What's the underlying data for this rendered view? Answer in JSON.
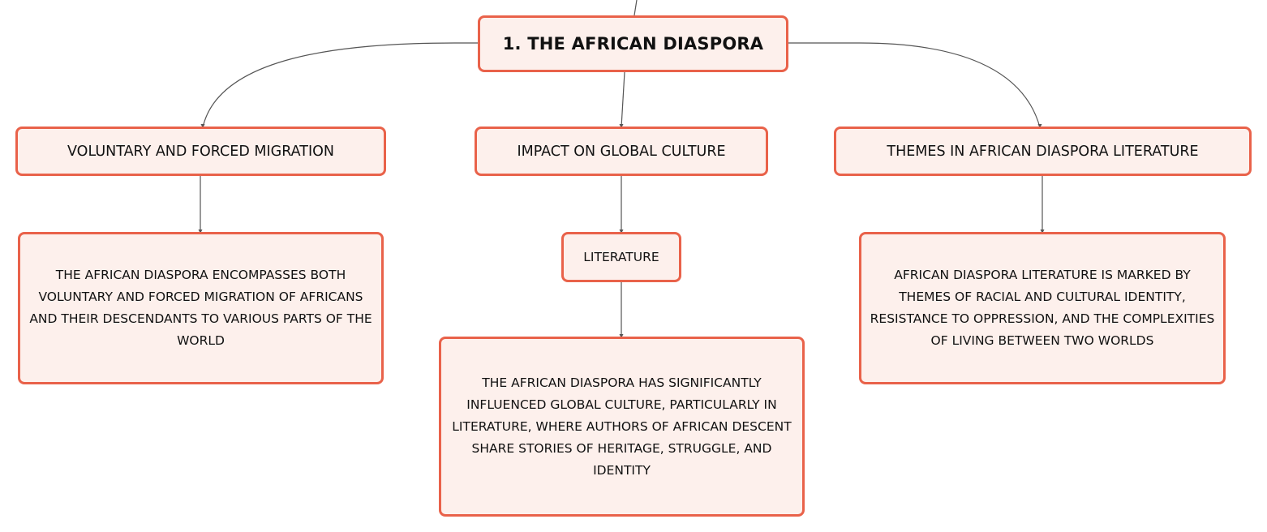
{
  "colors": {
    "node_border": "#e9624a",
    "node_fill": "#fdf0ec",
    "connector": "#555555",
    "text": "#111111"
  },
  "root": {
    "label": "1. THE AFRICAN DIASPORA"
  },
  "branches": [
    {
      "label": "VOLUNTARY AND FORCED MIGRATION",
      "detail": "THE AFRICAN DIASPORA ENCOMPASSES BOTH VOLUNTARY AND FORCED MIGRATION OF AFRICANS AND THEIR DESCENDANTS TO VARIOUS PARTS OF THE WORLD"
    },
    {
      "label": "IMPACT ON GLOBAL CULTURE",
      "sub_label": "LITERATURE",
      "detail": "THE AFRICAN DIASPORA HAS SIGNIFICANTLY INFLUENCED GLOBAL CULTURE, PARTICULARLY IN LITERATURE, WHERE AUTHORS OF AFRICAN DESCENT SHARE STORIES OF HERITAGE, STRUGGLE, AND IDENTITY"
    },
    {
      "label": "THEMES IN AFRICAN DIASPORA LITERATURE",
      "detail": "AFRICAN DIASPORA LITERATURE IS MARKED BY THEMES OF RACIAL AND CULTURAL IDENTITY, RESISTANCE TO OPPRESSION, AND THE COMPLEXITIES OF LIVING BETWEEN TWO WORLDS"
    }
  ]
}
